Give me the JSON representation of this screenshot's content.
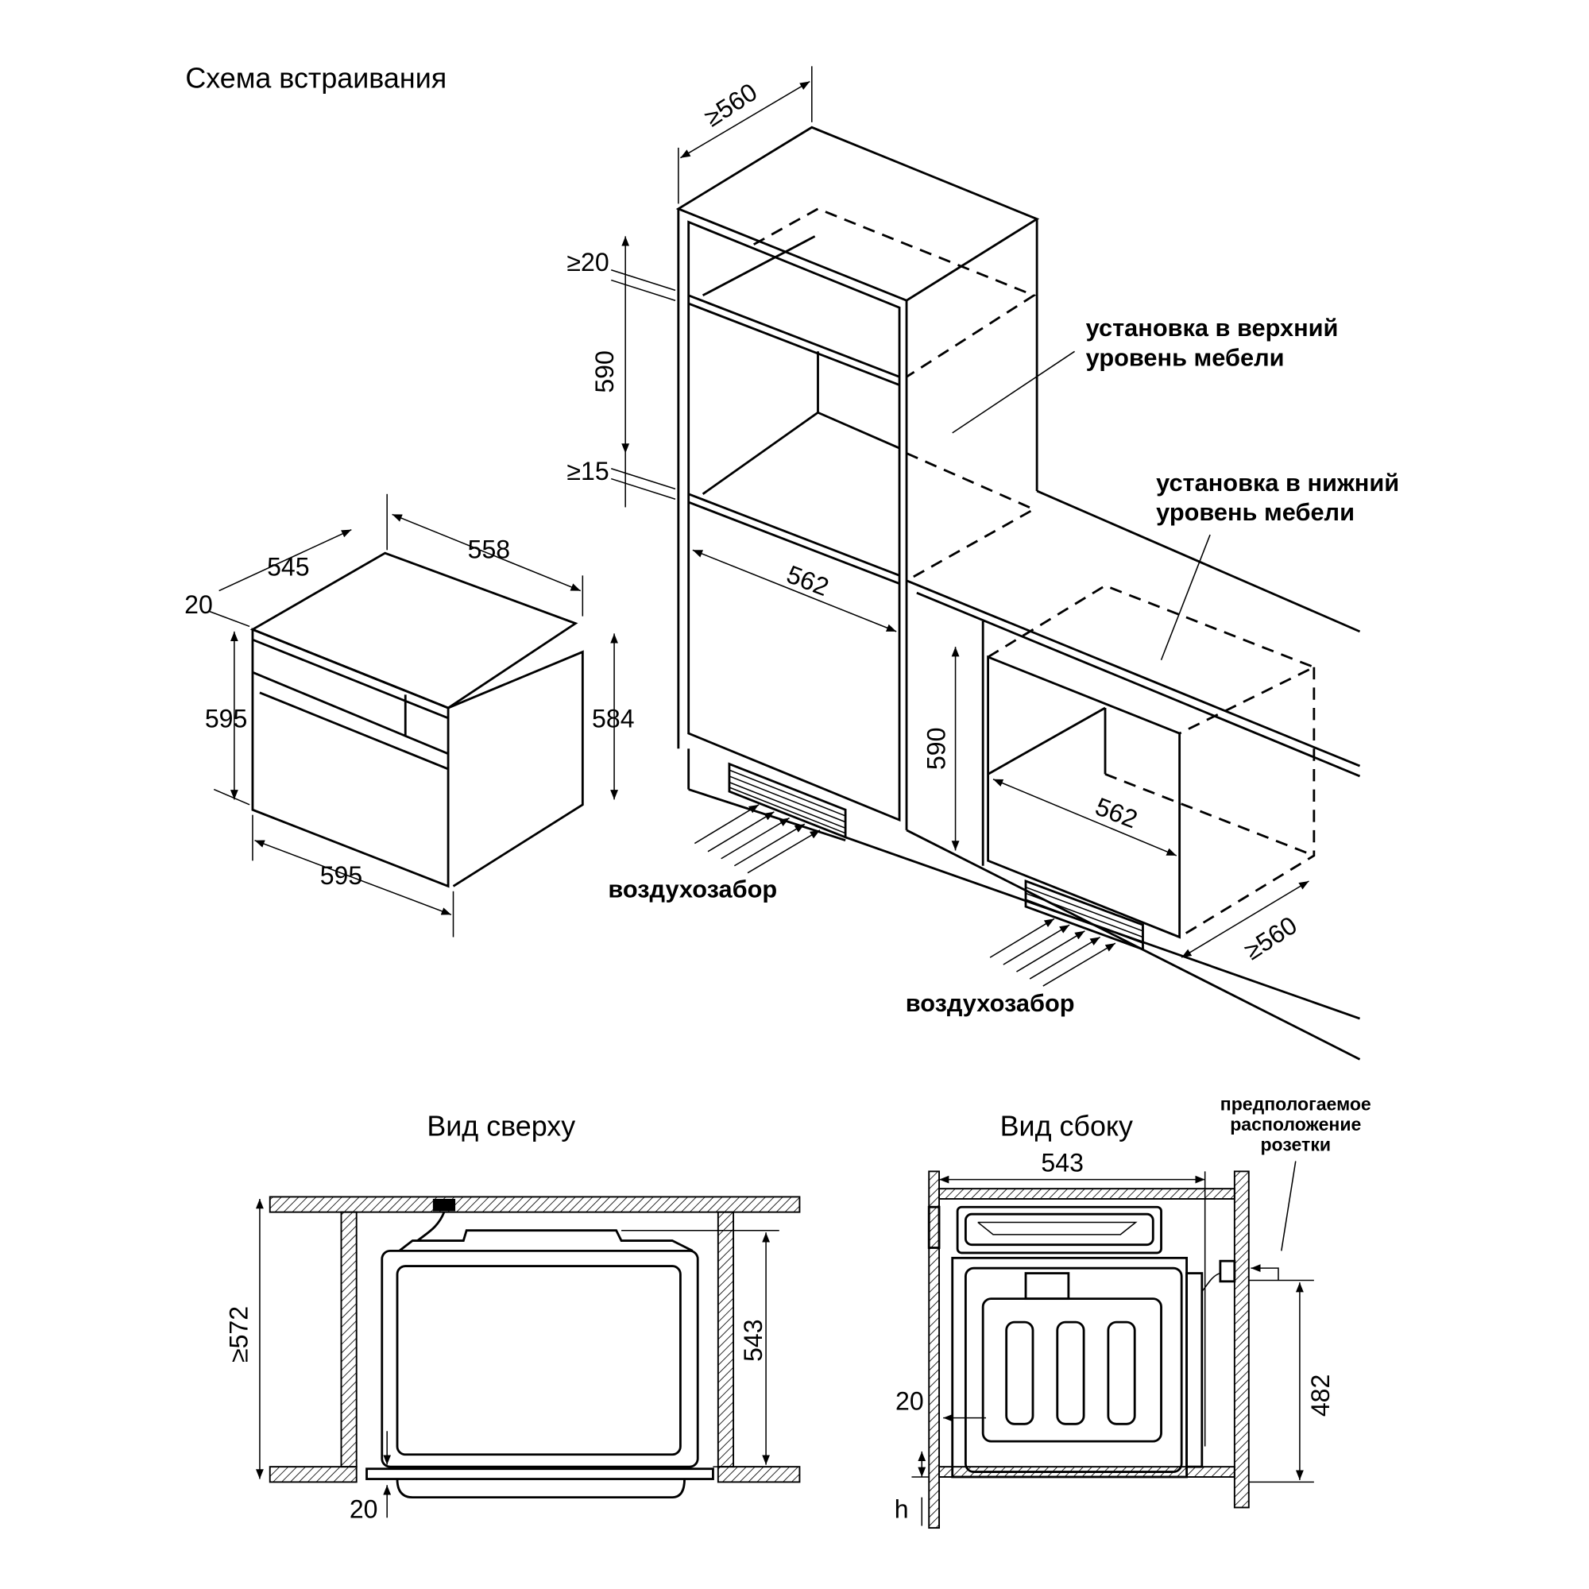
{
  "title": "Схема встраивания",
  "iso": {
    "tall_width": "≥560",
    "gap_top": "≥20",
    "niche_height": "590",
    "gap_bottom": "≥15",
    "niche_width": "562",
    "upper_label": [
      "установка в верхний",
      "уровень мебели"
    ],
    "lower_label": [
      "установка в нижний",
      "уровень мебели"
    ],
    "air_intake_1": "воздухозабор",
    "air_intake_2": "воздухозабор",
    "lower_niche_height": "590",
    "lower_niche_width": "562",
    "lower_depth": "≥560"
  },
  "oven": {
    "depth_545": "545",
    "depth_558": "558",
    "panel_20": "20",
    "height_595": "595",
    "height_584": "584",
    "width_595": "595"
  },
  "top_view": {
    "title": "Вид сверху",
    "depth_572": "≥572",
    "depth_543": "543",
    "gap_20": "20"
  },
  "side_view": {
    "title": "Вид сбоку",
    "depth_543": "543",
    "socket_label": [
      "предпологаемое",
      "расположение",
      "розетки"
    ],
    "gap_20": "20",
    "height_482": "482",
    "h": "h"
  }
}
